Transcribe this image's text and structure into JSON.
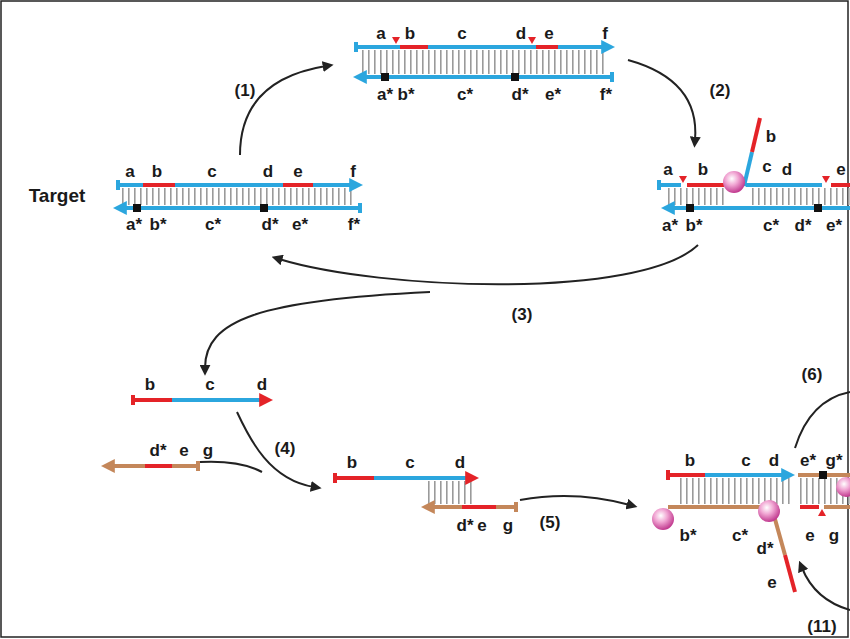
{
  "diagram": {
    "labels": [
      "a",
      "b",
      "c",
      "d",
      "e",
      "f",
      "a*",
      "b*",
      "c*",
      "d*",
      "e*",
      "f*",
      "(1)",
      "(2)",
      "Target",
      "a",
      "b",
      "c",
      "d",
      "e",
      "f",
      "a*",
      "b*",
      "c*",
      "d*",
      "e*",
      "f*",
      "b",
      "a",
      "b",
      "c",
      "d",
      "e",
      "a*",
      "b*",
      "c*",
      "d*",
      "e*",
      "(3)",
      "b",
      "c",
      "d",
      "d*",
      "e",
      "g",
      "(4)",
      "b",
      "c",
      "d",
      "d*",
      "e",
      "g",
      "(5)",
      "(6)",
      "b",
      "c",
      "d",
      "e*",
      "g*",
      "b*",
      "c*",
      "d*",
      "e",
      "e",
      "g",
      "(11)"
    ]
  }
}
